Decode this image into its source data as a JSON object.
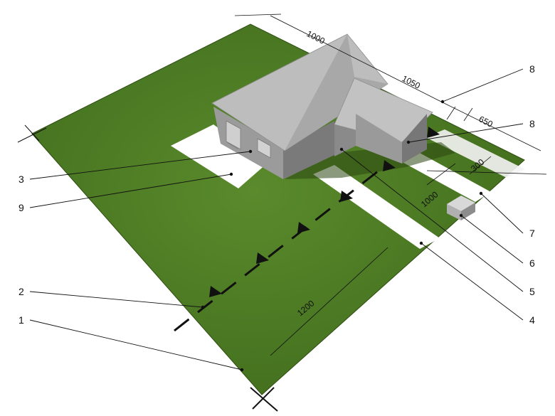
{
  "dimensions": {
    "top_width": "1000",
    "house_offset": "1050",
    "right_strip": "650",
    "gap_small": "300",
    "inner_depth": "1000",
    "plot_length": "1200"
  },
  "callouts": [
    "1",
    "2",
    "3",
    "4",
    "5",
    "6",
    "7",
    "8",
    "8",
    "9"
  ],
  "colors": {
    "grass": "#4f7a24",
    "grass_dark": "#3d6319",
    "paving": "#ffffff",
    "roof_light": "#b9b9b9",
    "wall": "#8e8e8e",
    "wall_dark": "#6e6e6e",
    "line": "#111111"
  }
}
